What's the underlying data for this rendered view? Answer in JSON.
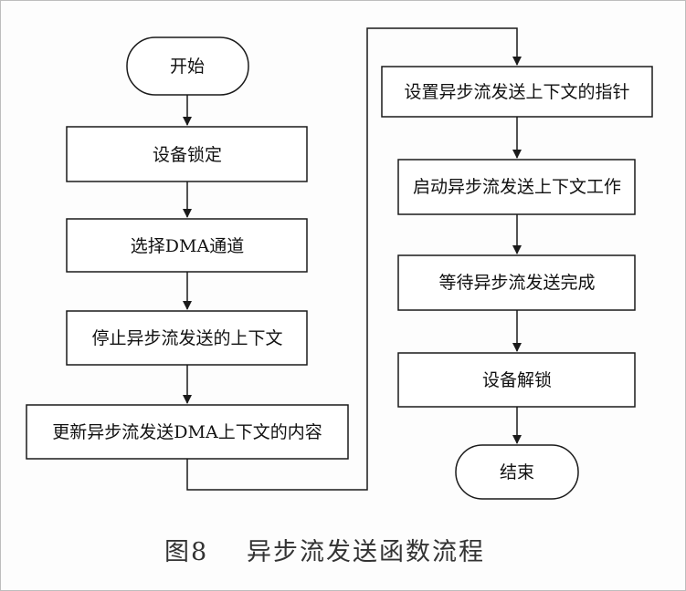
{
  "nodes": {
    "start": "开始",
    "lock": "设备锁定",
    "select_dma": "选择DMA通道",
    "stop_ctx": "停止异步流发送的上下文",
    "update_ctx": "更新异步流发送DMA上下文的内容",
    "set_ptr": "设置异步流发送上下文的指针",
    "start_ctx": "启动异步流发送上下文工作",
    "wait_done": "等待异步流发送完成",
    "unlock": "设备解锁",
    "end": "结束"
  },
  "caption": {
    "label": "图8",
    "text": "异步流发送函数流程"
  }
}
